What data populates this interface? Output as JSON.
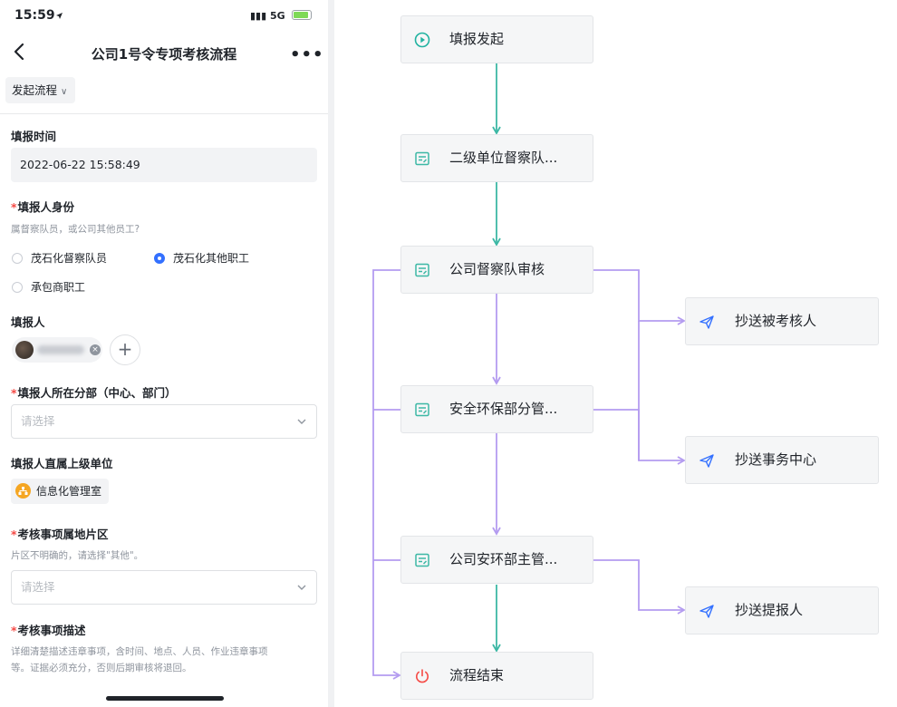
{
  "status_bar": {
    "time": "15:59",
    "signal": "5G"
  },
  "nav": {
    "title": "公司1号令专项考核流程"
  },
  "process_button": {
    "label": "发起流程"
  },
  "form": {
    "report_time": {
      "label": "填报时间",
      "value": "2022-06-22 15:58:49"
    },
    "identity": {
      "label": "填报人身份",
      "hint": "属督察队员，或公司其他员工?",
      "options": [
        "茂石化督察队员",
        "茂石化其他职工",
        "承包商职工"
      ],
      "selected": "茂石化其他职工"
    },
    "reporter": {
      "label": "填报人",
      "add_label": "+"
    },
    "department": {
      "label": "填报人所在分部（中心、部门）",
      "placeholder": "请选择"
    },
    "superior_unit": {
      "label": "填报人直属上级单位",
      "value": "信息化管理室"
    },
    "area": {
      "label": "考核事项属地片区",
      "hint": "片区不明确的，请选择\"其他\"。",
      "placeholder": "请选择"
    },
    "description": {
      "label": "考核事项描述",
      "hint_line1": "详细清楚描述违章事项，含时间、地点、人员、作业违章事项",
      "hint_line2": "等。证据必须充分，否则后期审核将退回。"
    }
  },
  "flow": {
    "nodes": [
      {
        "id": "start",
        "label": "填报发起"
      },
      {
        "id": "n2",
        "label": "二级单位督察队..."
      },
      {
        "id": "n3",
        "label": "公司督察队审核"
      },
      {
        "id": "n4",
        "label": "安全环保部分管..."
      },
      {
        "id": "n5",
        "label": "公司安环部主管..."
      },
      {
        "id": "end",
        "label": "流程结束"
      }
    ],
    "cc_nodes": [
      {
        "id": "cc1",
        "label": "抄送被考核人"
      },
      {
        "id": "cc2",
        "label": "抄送事务中心"
      },
      {
        "id": "cc3",
        "label": "抄送提报人"
      }
    ],
    "colors": {
      "main": "#3db8a5",
      "branch": "#b49cf0",
      "start_icon": "#20b2a0",
      "end_icon": "#f54a45",
      "send_icon": "#3370ff"
    }
  }
}
